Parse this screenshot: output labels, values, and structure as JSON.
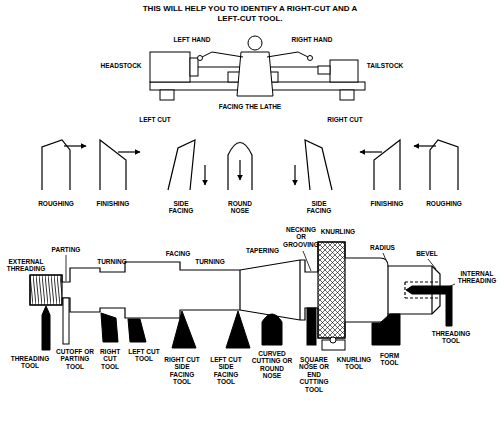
{
  "diagram": {
    "title": "THIS WILL HELP YOU TO IDENTIFY A RIGHT-CUT AND A LEFT-CUT TOOL.",
    "labels": [
      "LEFT HAND",
      "HEADSTOCK",
      "RIGHT HAND",
      "TAILSTOCK",
      "FACING THE LATHE",
      "LEFT CUT",
      "RIGHT CUT",
      "ROUGHING",
      "FINISHING",
      "SIDE FACING",
      "ROUND NOSE",
      "SIDE FACING",
      "FINISHING",
      "ROUGHING",
      "EXTERNAL THREADING",
      "PARTING",
      "TURNING",
      "FACING",
      "TURNING",
      "TAPERING",
      "NECKING OR GROOVING",
      "KNURLING",
      "RADIUS",
      "BEVEL",
      "INTERNAL THREADING",
      "THREADING TOOL",
      "CUTOFF OR PARTING TOOL",
      "RIGHT CUT TOOL",
      "LEFT CUT TOOL",
      "RIGHT CUT SIDE FACING TOOL",
      "LEFT CUT SIDE FACING TOOL",
      "CURVED CUTTING OR ROUND NOSE",
      "SQUARE NOSE OR END CUTTING TOOL",
      "KNURLING TOOL",
      "FORM TOOL",
      "THREADING TOOL"
    ]
  }
}
